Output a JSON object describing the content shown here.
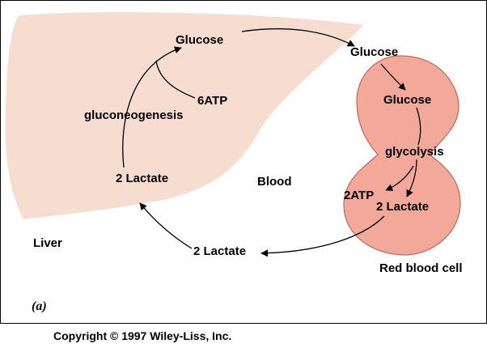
{
  "colors": {
    "liver_fill": "#f7dcd0",
    "rbc_fill": "#f2a99a",
    "rbc_stroke": "#c06757",
    "line": "#000000"
  },
  "labels": {
    "liver_glucose": "Glucose",
    "atp_input": "6ATP",
    "gluconeogenesis": "gluconeogenesis",
    "liver_lactate": "2 Lactate",
    "blood": "Blood",
    "liver": "Liver",
    "blood_lactate": "2 Lactate",
    "blood_glucose": "Glucose",
    "rbc_glucose": "Glucose",
    "glycolysis": "glycolysis",
    "atp_output": "2ATP",
    "rbc_lactate": "2 Lactate",
    "red_blood_cell": "Red blood cell"
  },
  "panel_letter": "(a)",
  "copyright": "Copyright © 1997 Wiley-Liss, Inc."
}
